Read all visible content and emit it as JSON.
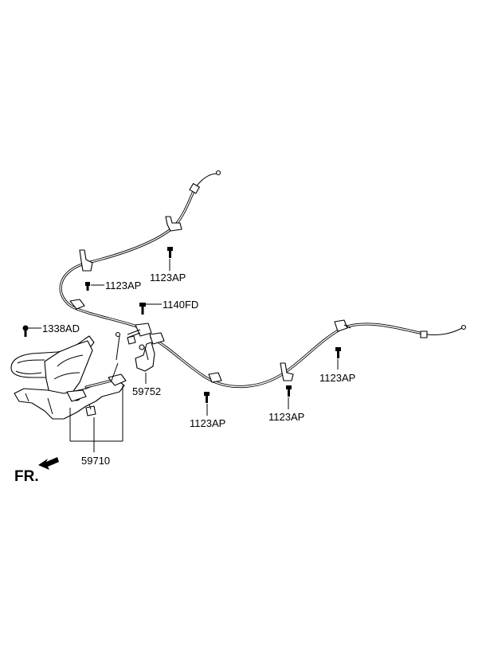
{
  "labels": {
    "bolt_1123ap_a": "1123AP",
    "bolt_1123ap_b": "1123AP",
    "bolt_1123ap_c": "1123AP",
    "bolt_1123ap_d": "1123AP",
    "bolt_1123ap_e": "1123AP",
    "bolt_1140fd": "1140FD",
    "bolt_1338ad": "1338AD",
    "part_59752": "59752",
    "part_59710": "59710"
  },
  "direction_label": "FR."
}
